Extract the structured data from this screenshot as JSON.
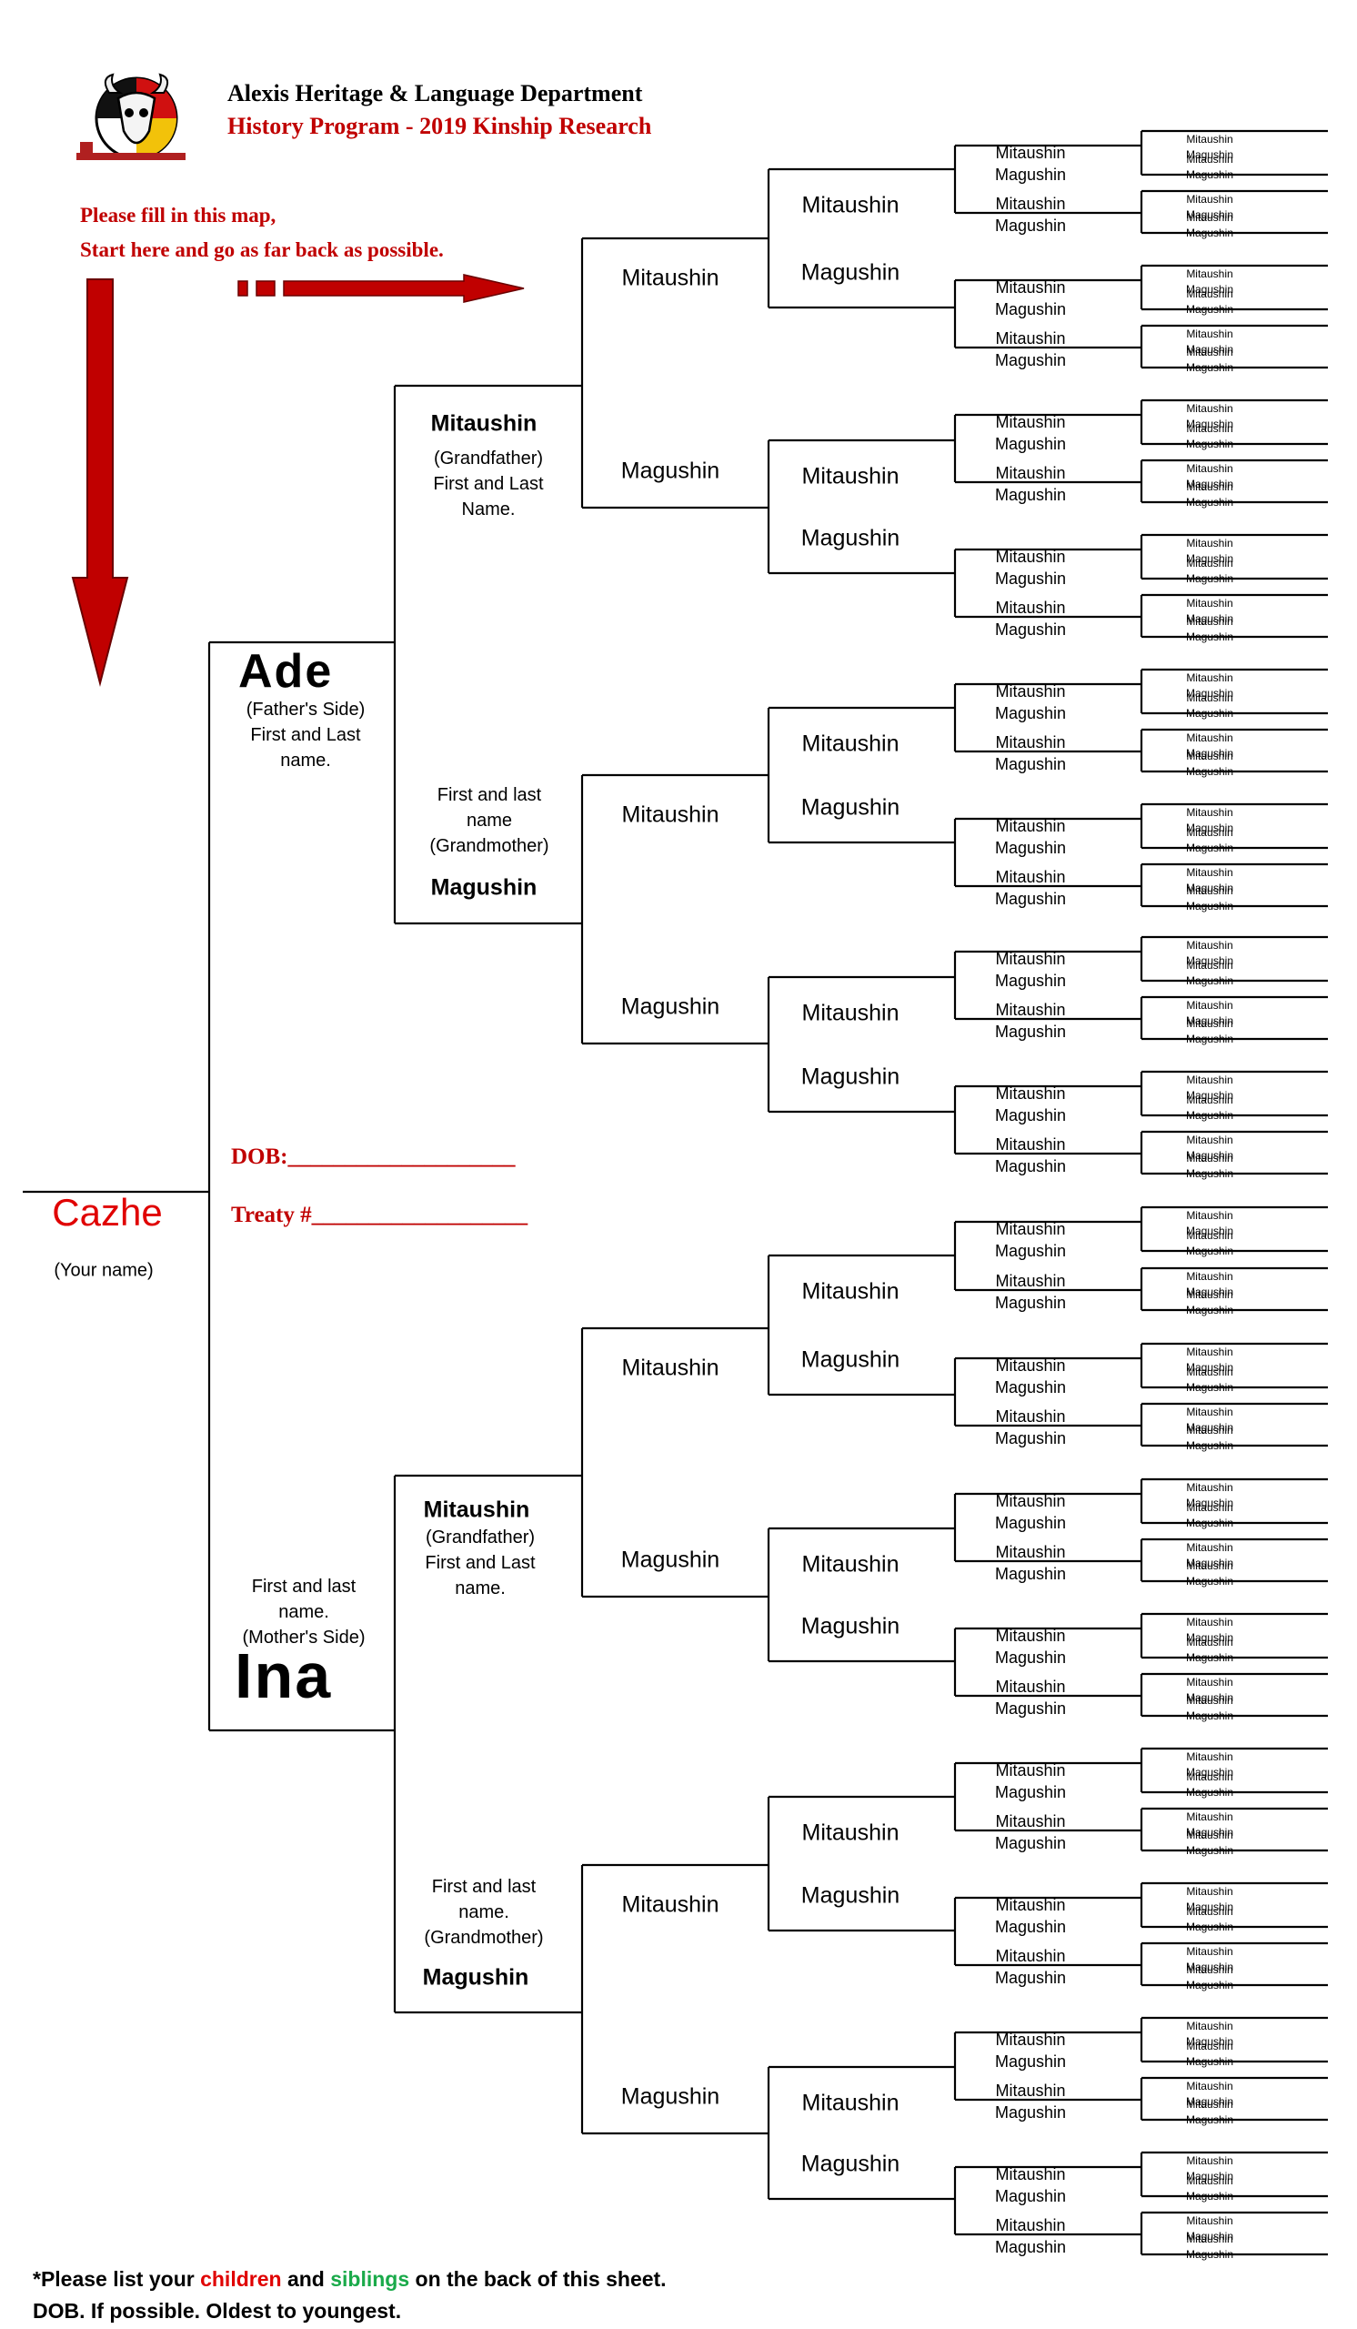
{
  "header": {
    "org": "Alexis Heritage & Language Department",
    "program": "History Program - 2019 Kinship Research",
    "instruction_line1": "Please fill in this map,",
    "instruction_line2": "Start here and go as far back as possible."
  },
  "colors": {
    "red": "#c00000",
    "accent_red": "#e00000",
    "green": "#1aaa4a",
    "line": "#000000"
  },
  "self": {
    "name": "Cazhe",
    "note": "(Your name)"
  },
  "fields": {
    "dob": "DOB:____________________",
    "treaty": "Treaty #___________________"
  },
  "father": {
    "title": "Ade",
    "note": [
      "(Father's Side)",
      "First and Last",
      "name."
    ]
  },
  "mother": {
    "title": "Ina",
    "note": [
      "First and last",
      "name.",
      "(Mother's Side)"
    ]
  },
  "paternal_grandfather": {
    "title": "Mitaushin",
    "note": [
      "(Grandfather)",
      "First and Last",
      "Name."
    ]
  },
  "paternal_grandmother": {
    "title": "Magushin",
    "note": [
      "First and last",
      "name",
      "(Grandmother)"
    ]
  },
  "maternal_grandfather": {
    "title": "Mitaushin",
    "note": [
      "(Grandfather)",
      "First and Last",
      "name."
    ]
  },
  "maternal_grandmother": {
    "title": "Magushin",
    "note": [
      "First and last",
      "name.",
      "(Grandmother)"
    ]
  },
  "ancestor_labels": {
    "male": "Mitaushin",
    "female": "Magushin"
  },
  "footer": {
    "part1": "*Please list your ",
    "children": "children",
    "part2": " and ",
    "siblings": "siblings",
    "part3": " on the back of this sheet.",
    "line2": "DOB. If possible. Oldest to youngest."
  }
}
